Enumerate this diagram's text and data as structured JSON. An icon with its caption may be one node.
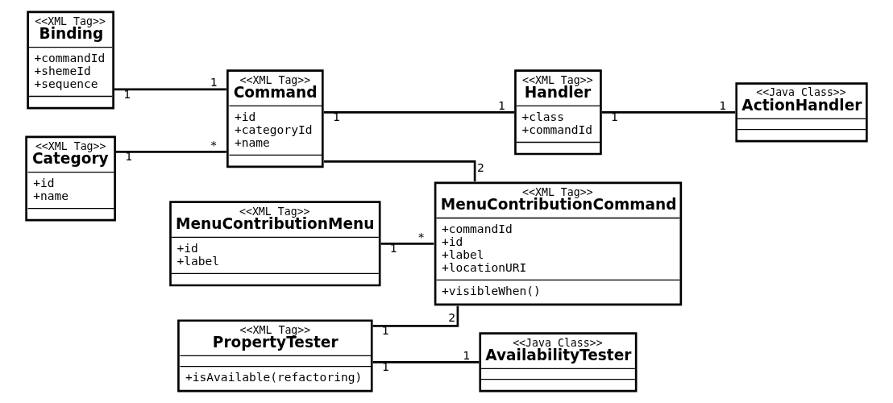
{
  "diagram": {
    "nodes": [
      {
        "text": [
          "<<XML Tag>>",
          "Binding",
          "+commandId",
          "+shemeId",
          "+sequence"
        ]
      },
      {
        "text": [
          "<<XML Tag>>",
          "Command",
          "+id",
          "+categoryId",
          "+name"
        ]
      },
      {
        "text": [
          "<<XML Tag>>",
          "Handler",
          "+class",
          "+commandId"
        ]
      },
      {
        "text": [
          "<<Java Class>>",
          "ActionHandler"
        ]
      },
      {
        "text": [
          "<<XML Tag>>",
          "MenuContributionCommand",
          "+commandId",
          "+id",
          "+label",
          "+locationURI",
          "+visibleWhen()"
        ]
      },
      {
        "text": [
          "<<XML Tag>>",
          "Category",
          "+id",
          "+name"
        ]
      },
      {
        "text": [
          "<<XML Tag>>",
          "MenuContributionMenu",
          "+id",
          "+label"
        ]
      },
      {
        "text": [
          "<<XML Tag>>",
          "PropertyTester",
          "+isAvailable(refactoring)"
        ]
      },
      {
        "text": [
          "<<Java Class>>",
          "AvailabilityTester"
        ]
      }
    ],
    "edges": [
      {
        "from": 0,
        "to": 1,
        "arrow": "none"
      },
      {
        "from": 5,
        "to": 1,
        "arrow": "none"
      },
      {
        "from": 1,
        "to": 2,
        "arrow": "none"
      },
      {
        "from": 2,
        "to": 3,
        "arrow": "none"
      },
      {
        "from": 1,
        "to": 4,
        "arrow": "none"
      },
      {
        "from": 6,
        "to": 4,
        "arrow": "none"
      },
      {
        "from": 7,
        "to": 4,
        "arrow": "none"
      },
      {
        "from": 7,
        "to": 8,
        "arrow": "none"
      }
    ],
    "labels": [
      "1",
      "1",
      "1",
      "1",
      "1",
      "1",
      "*",
      "2",
      "1",
      "*",
      "2",
      "1",
      "1",
      "1",
      "1"
    ]
  }
}
